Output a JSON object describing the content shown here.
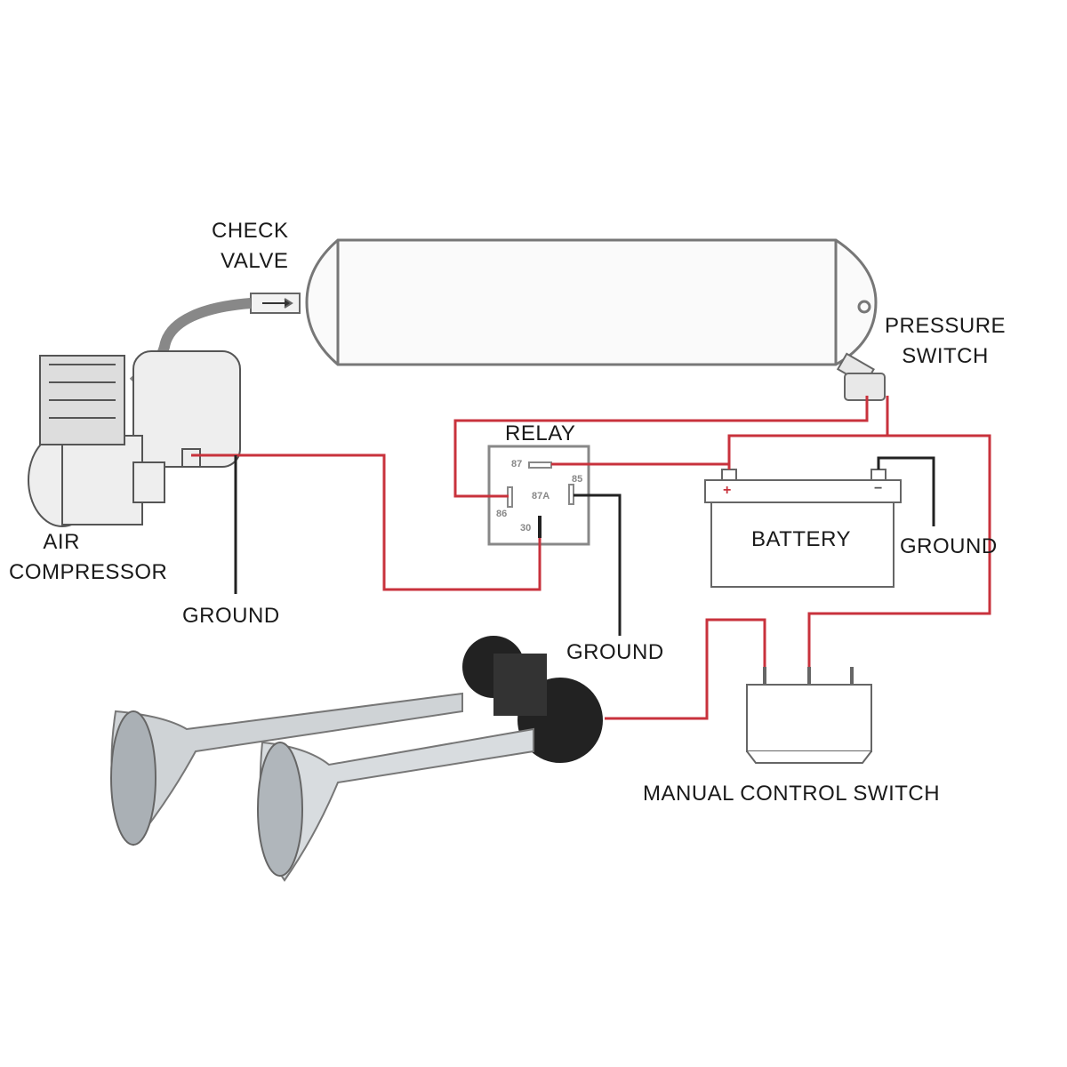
{
  "labels": {
    "check_valve": [
      "CHECK",
      "VALVE"
    ],
    "pressure_switch": [
      "PRESSURE",
      "SWITCH"
    ],
    "air_compressor": [
      "AIR",
      "COMPRESSOR"
    ],
    "relay": "RELAY",
    "battery": "BATTERY",
    "ground_compressor": "GROUND",
    "ground_relay": "GROUND",
    "ground_battery": "GROUND",
    "manual_control_switch": "MANUAL CONTROL SWITCH"
  },
  "relay_pins": {
    "p87": "87",
    "p86": "86",
    "p87a": "87A",
    "p85": "85",
    "p30": "30"
  },
  "battery_terminals": {
    "positive": "+",
    "negative": "−"
  },
  "colors": {
    "positive_wire": "#c8323c",
    "ground_wire": "#222222",
    "outline": "#777777"
  }
}
